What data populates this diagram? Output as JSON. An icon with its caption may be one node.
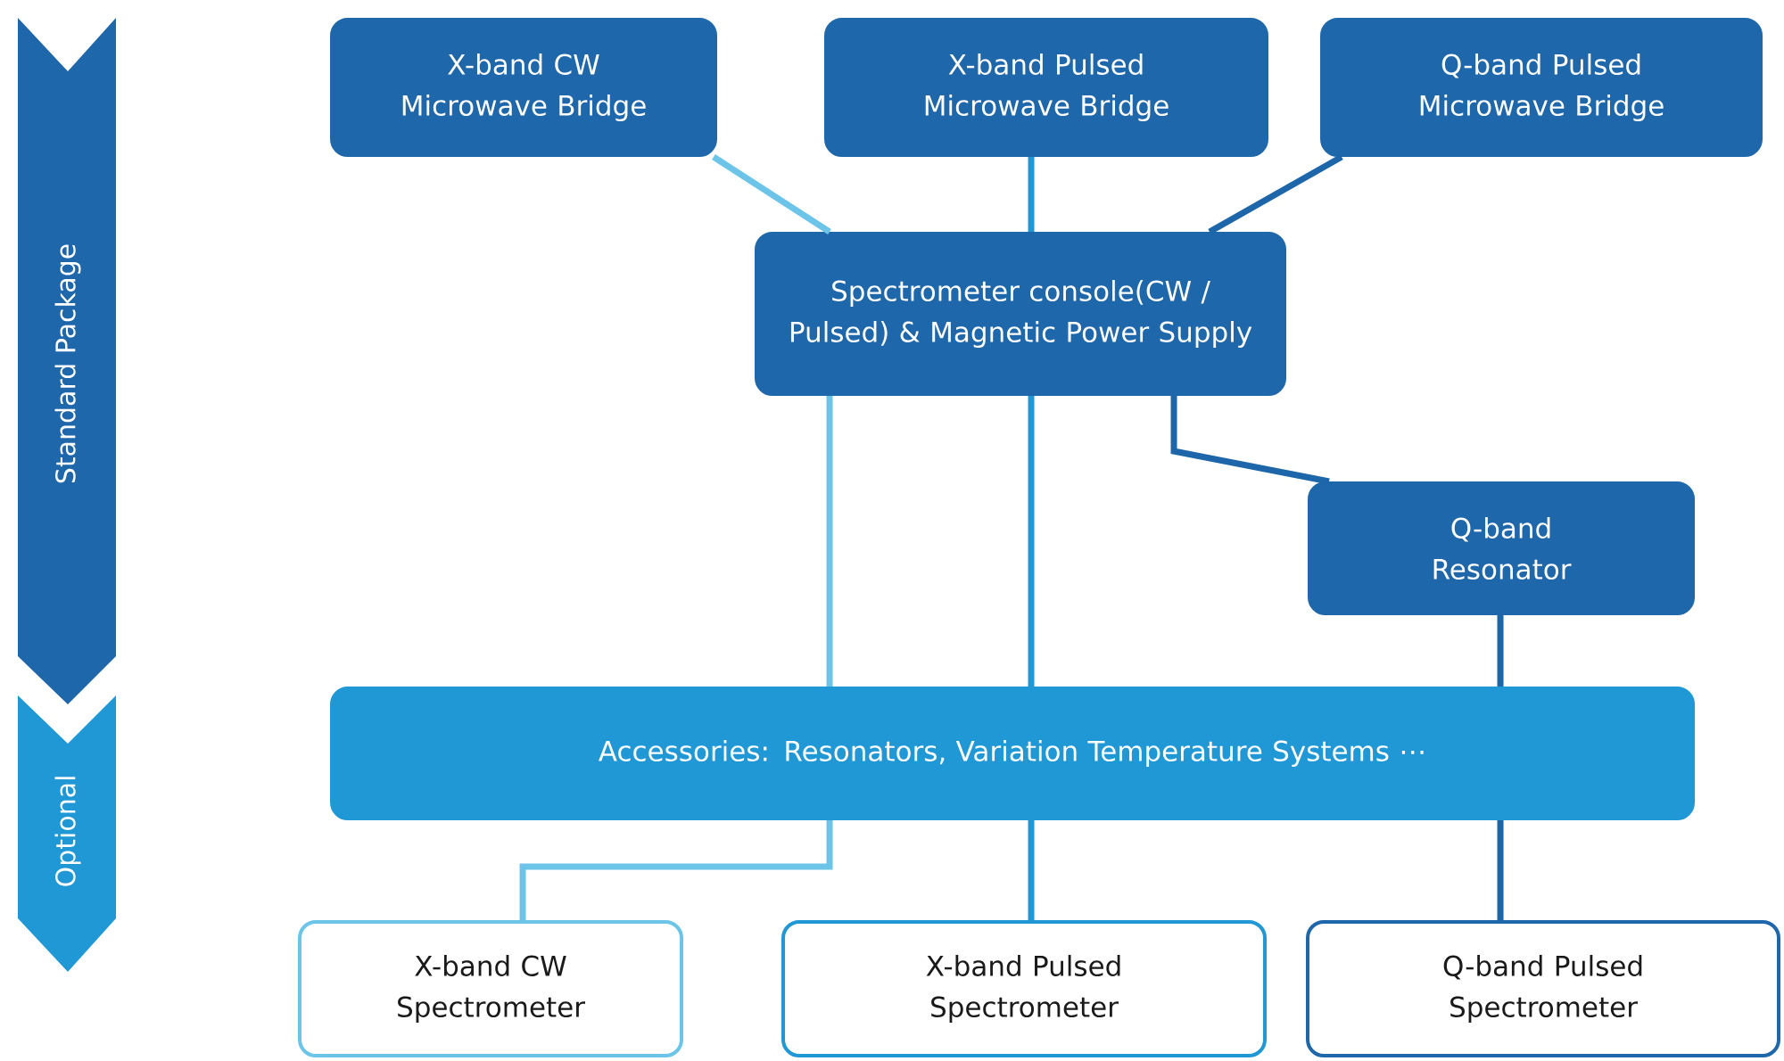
{
  "diagram": {
    "nodes": [
      {
        "text": [
          "Standard  Package"
        ]
      },
      {
        "text": [
          "Optional"
        ]
      },
      {
        "text": [
          "X-band CW Microwave Bridge"
        ]
      },
      {
        "text": [
          "X-band Pulsed Microwave Bridge"
        ]
      },
      {
        "text": [
          "Q-band Pulsed Microwave Bridge"
        ]
      },
      {
        "text": [
          "Spectrometer console(CW / Pulsed) & Magnetic Power Supply"
        ]
      },
      {
        "text": [
          "Q-band Resonator"
        ]
      },
      {
        "text": [
          "Accessories: Resonators, Variation Temperature Systems ⋯"
        ]
      },
      {
        "text": [
          "X-band CW Spectrometer"
        ]
      },
      {
        "text": [
          "X-band Pulsed Spectrometer"
        ]
      },
      {
        "text": [
          "Q-band Pulsed Spectrometer"
        ]
      }
    ],
    "edges": [
      {
        "from": 2,
        "to": 5,
        "arrow": "none",
        "color": "#6cc5e8"
      },
      {
        "from": 3,
        "to": 5,
        "arrow": "none",
        "color": "#1f98d5"
      },
      {
        "from": 4,
        "to": 5,
        "arrow": "none",
        "color": "#1e66aa"
      },
      {
        "from": 5,
        "to": 7,
        "arrow": "none",
        "color": "#6cc5e8"
      },
      {
        "from": 5,
        "to": 7,
        "arrow": "none",
        "color": "#1f98d5"
      },
      {
        "from": 5,
        "to": 6,
        "arrow": "none",
        "color": "#1e66aa"
      },
      {
        "from": 6,
        "to": 7,
        "arrow": "none",
        "color": "#1e66aa"
      },
      {
        "from": 7,
        "to": 8,
        "arrow": "none",
        "color": "#6cc5e8"
      },
      {
        "from": 7,
        "to": 9,
        "arrow": "none",
        "color": "#1f98d5"
      },
      {
        "from": 7,
        "to": 10,
        "arrow": "none",
        "color": "#1e66aa"
      }
    ]
  }
}
